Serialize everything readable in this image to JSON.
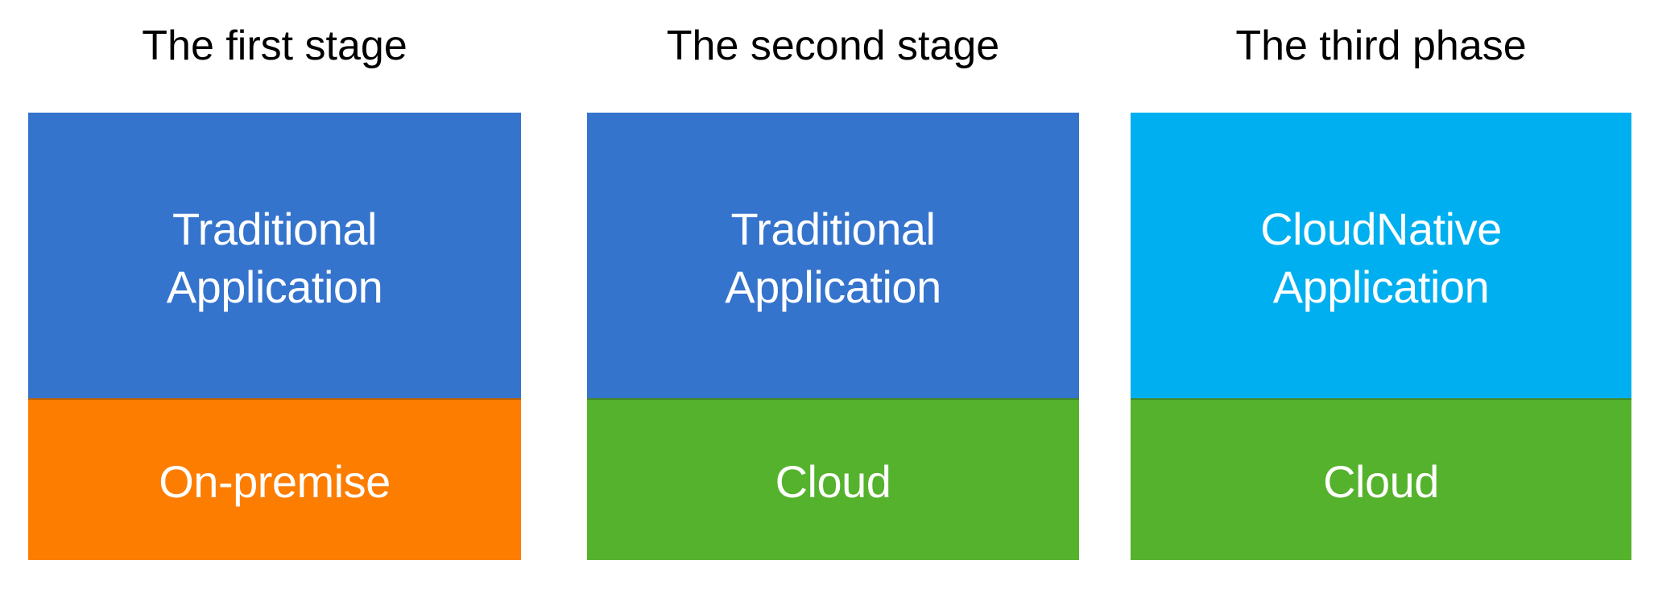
{
  "diagram": {
    "background_color": "#FFFFFF",
    "title_text_color": "#000000",
    "box_text_color": "#FFFFFF",
    "stages": [
      {
        "title": "The first stage",
        "application": {
          "line1": "Traditional",
          "line2": "Application",
          "color": "#3574CD"
        },
        "platform": {
          "label": "On-premise",
          "color": "#FD7D01"
        }
      },
      {
        "title": "The second stage",
        "application": {
          "line1": "Traditional",
          "line2": "Application",
          "color": "#3574CD"
        },
        "platform": {
          "label": "Cloud",
          "color": "#55B22C"
        }
      },
      {
        "title": "The third phase",
        "application": {
          "line1": "CloudNative",
          "line2": "Application",
          "color": "#00AFF0"
        },
        "platform": {
          "label": "Cloud",
          "color": "#55B22C"
        }
      }
    ]
  }
}
